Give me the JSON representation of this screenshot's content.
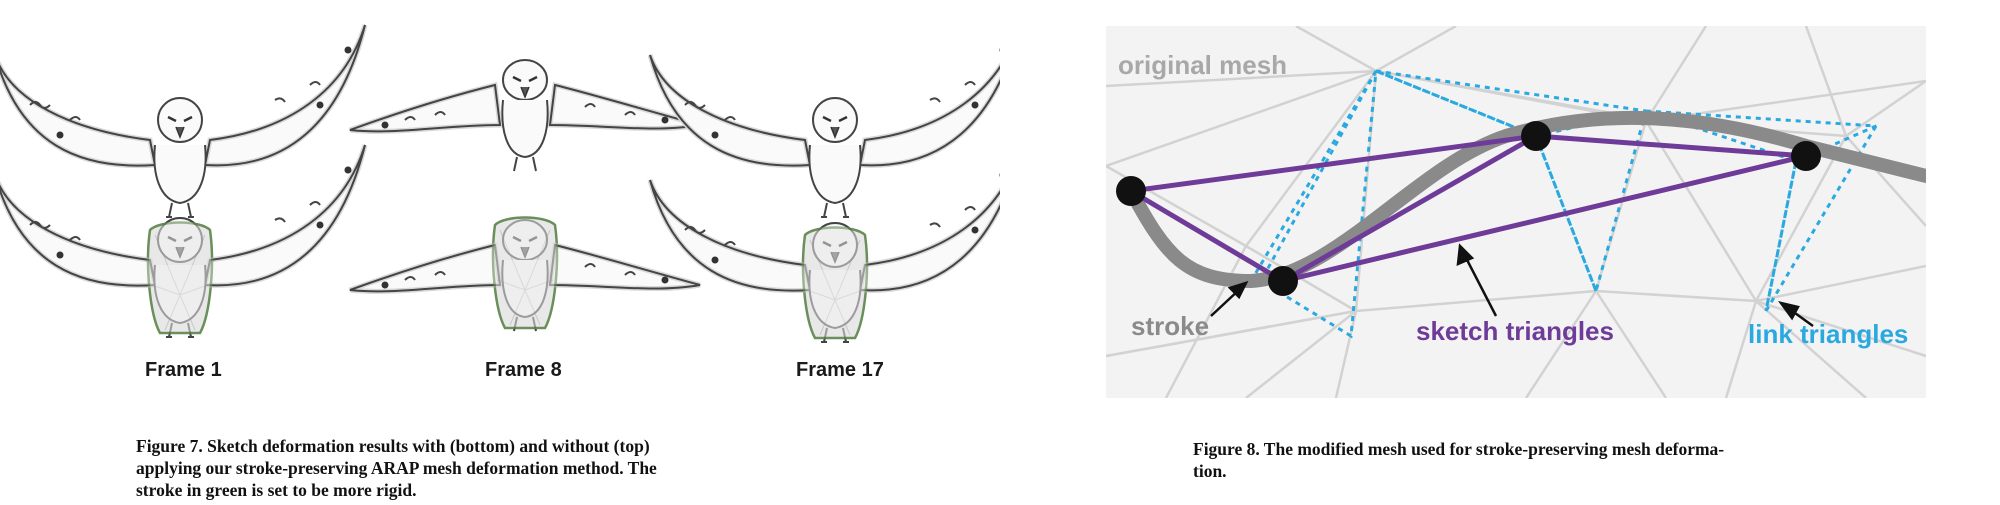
{
  "figure7": {
    "frame_labels": [
      "Frame 1",
      "Frame 8",
      "Frame 17"
    ],
    "caption_lines": [
      "Figure 7.  Sketch deformation results with (bottom) and without (top)",
      "applying our stroke-preserving ARAP mesh deformation method.  The",
      "stroke in green is set to be more rigid."
    ],
    "colors": {
      "sketch_stroke": "#444444",
      "mesh_line": "#d4d4d4",
      "rigid_stroke": "#6a8f5a"
    }
  },
  "figure8": {
    "labels": {
      "original_mesh": "original mesh",
      "stroke": "stroke",
      "sketch_triangles": "sketch triangles",
      "link_triangles": "link triangles"
    },
    "caption_lines": [
      "Figure 8.  The modified mesh used for stroke-preserving mesh deforma-",
      "tion."
    ],
    "colors": {
      "background": "#f3f3f3",
      "mesh_gray": "#d0d0d0",
      "stroke_gray": "#8a8a8a",
      "sketch_purple": "#6f3b98",
      "link_blue": "#2aa9e0",
      "vertex": "#111111"
    }
  }
}
